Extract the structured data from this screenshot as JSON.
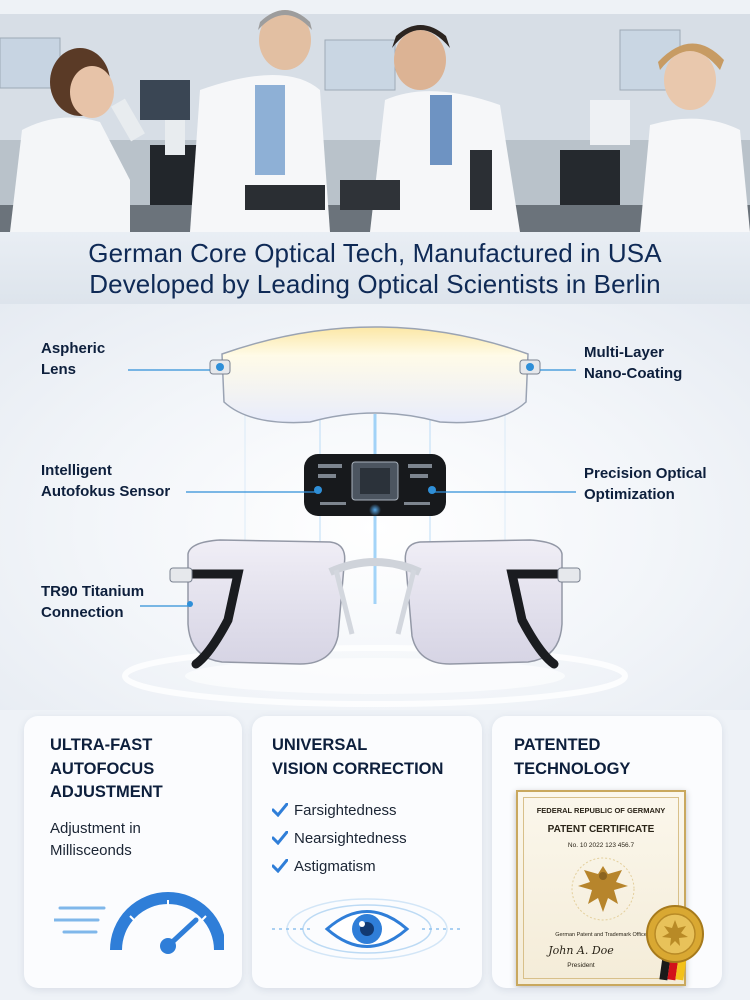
{
  "headline": {
    "line1": "German Core Optical Tech, Manufactured in USA",
    "line2": "Developed by Leading Optical Scientists in Berlin"
  },
  "callouts": {
    "aspheric_lens": [
      "Aspheric",
      "Lens"
    ],
    "multi_layer": [
      "Multi-Layer",
      "Nano-Coating"
    ],
    "sensor": [
      "Intelligent",
      "Autofokus Sensor"
    ],
    "precision": [
      "Precision Optical",
      "Optimization"
    ],
    "tr90": [
      "TR90 Titanium",
      "Connection"
    ]
  },
  "cards": {
    "autofocus": {
      "title": [
        "ULTRA-FAST",
        "AUTOFOCUS",
        "ADJUSTMENT"
      ],
      "subtitle": [
        "Adjustment in",
        "Millisceonds"
      ],
      "icon": "speedometer-icon"
    },
    "vision": {
      "title": [
        "UNIVERSAL",
        "VISION CORRECTION"
      ],
      "items": [
        "Farsightedness",
        "Nearsightedness",
        "Astigmatism"
      ],
      "icon": "eye-icon"
    },
    "patent": {
      "title": [
        "PATENTED",
        "TECHNOLOGY"
      ],
      "certificate": {
        "header": "FEDERAL REPUBLIC OF GERMANY",
        "title": "PATENT CERTIFICATE",
        "number": "No. 10 2022 123 456.7",
        "office": "German Patent and Trademark Office",
        "signature": "John A. Doe",
        "role": "President"
      }
    }
  },
  "colors": {
    "navy": "#0d1f3c",
    "accent_blue": "#2f8fd8",
    "gold": "#c9a85e"
  }
}
